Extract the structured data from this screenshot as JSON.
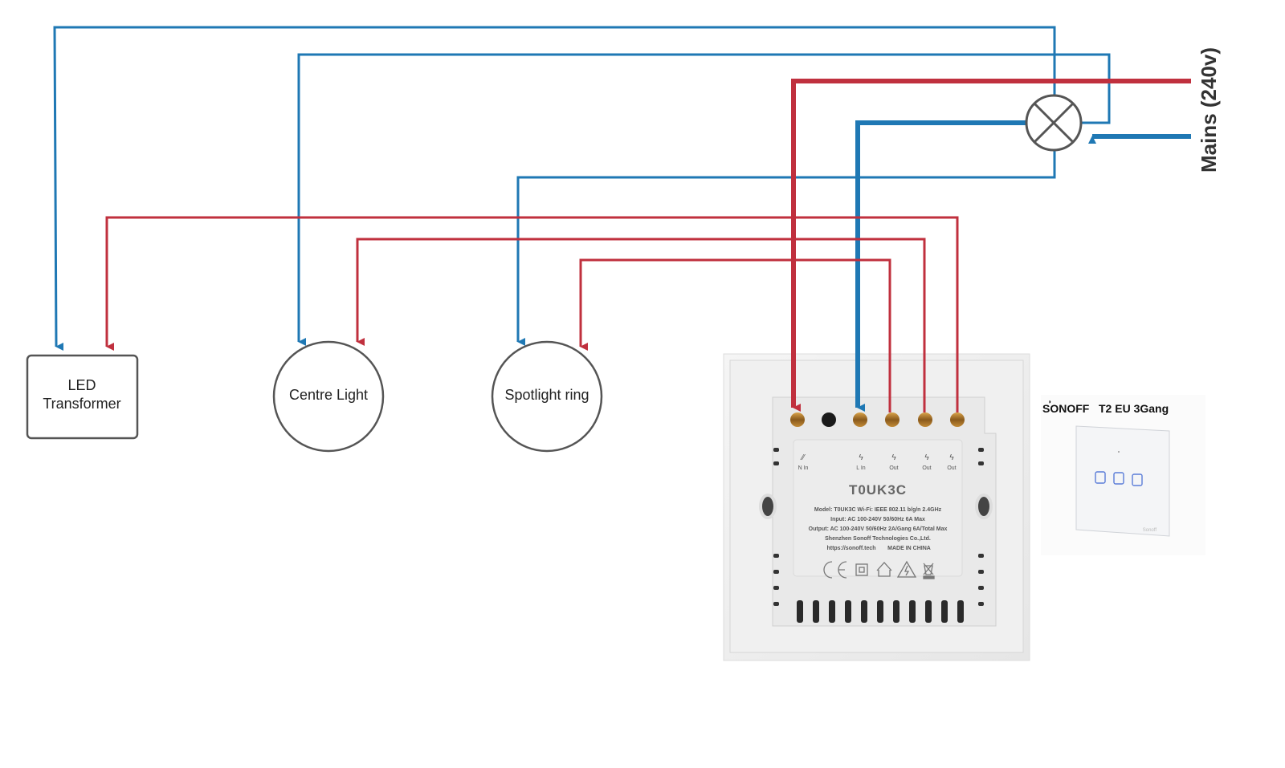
{
  "diagram": {
    "title": "Sonoff T2 EU 3-gang wiring diagram",
    "colors": {
      "live": "#c0303e",
      "neutral": "#1f78b4",
      "outline": "#555555",
      "plate": "#f2f2f2"
    },
    "mains": {
      "label": "Mains (240v)"
    },
    "loads": [
      {
        "id": "led-transformer",
        "label_line1": "LED",
        "label_line2": "Transformer",
        "shape": "rounded-rectangle"
      },
      {
        "id": "centre-light",
        "label": "Centre Light",
        "shape": "circle"
      },
      {
        "id": "spotlight-ring",
        "label": "Spotlight ring",
        "shape": "circle"
      }
    ],
    "junction": {
      "symbol": "lamp-cross-junction"
    },
    "switch_back": {
      "model": "T0UK3C",
      "terminals": [
        {
          "symbol": "neutral-icon",
          "label": "N In"
        },
        {
          "symbol": "blank-plug",
          "label": ""
        },
        {
          "symbol": "lightning-icon",
          "label": "L In"
        },
        {
          "symbol": "lightning-3-icon",
          "label": "Out"
        },
        {
          "symbol": "lightning-2-icon",
          "label": "Out"
        },
        {
          "symbol": "lightning-1-icon",
          "label": "Out"
        }
      ],
      "spec_lines": [
        "Model: T0UK3C    Wi-Fi: IEEE 802.11 b/g/n 2.4GHz",
        "Input: AC 100-240V 50/60Hz 6A Max",
        "Output: AC 100-240V 50/60Hz 2A/Gang 6A/Total Max",
        "Shenzhen Sonoff Technologies Co.,Ltd."
      ],
      "website": "https://sonoff.tech",
      "origin": "MADE IN CHINA",
      "cert_icons": [
        "ce-mark-icon",
        "double-insulation-icon",
        "indoor-use-icon",
        "high-voltage-warning-icon",
        "weee-bin-icon"
      ]
    },
    "product": {
      "brand": "SONOFF",
      "name": "T2 EU 3Gang",
      "buttons": 3,
      "panel_brand_text": "Sonoff"
    },
    "connections": [
      {
        "from": "junction",
        "to": "led-transformer",
        "wire": "neutral"
      },
      {
        "from": "junction",
        "to": "centre-light",
        "wire": "neutral"
      },
      {
        "from": "junction",
        "to": "spotlight-ring",
        "wire": "neutral"
      },
      {
        "from": "junction",
        "to": "switch-l-in",
        "wire": "neutral"
      },
      {
        "from": "mains",
        "to": "junction",
        "wire": "neutral"
      },
      {
        "from": "mains",
        "to": "switch-n-in",
        "wire": "live"
      },
      {
        "from": "switch-out-1",
        "to": "led-transformer",
        "wire": "live"
      },
      {
        "from": "switch-out-2",
        "to": "centre-light",
        "wire": "live"
      },
      {
        "from": "switch-out-3",
        "to": "spotlight-ring",
        "wire": "live"
      }
    ]
  }
}
